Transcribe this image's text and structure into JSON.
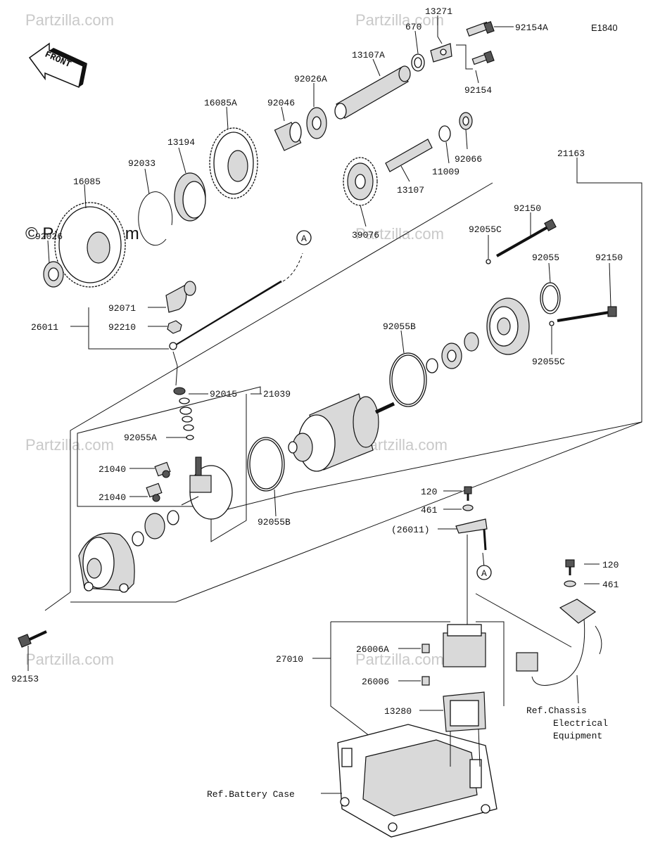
{
  "diagram_code": "E1840",
  "front_label": "FRONT",
  "watermark": "Partzilla.com",
  "watermark_dark": "© Partzilla.com",
  "circle_ref": "A",
  "labels": {
    "p13271": "13271",
    "p670": "670",
    "p92154A": "92154A",
    "p13107A": "13107A",
    "p92154": "92154",
    "p92026A": "92026A",
    "p16085A": "16085A",
    "p92046": "92046",
    "p13194": "13194",
    "p92033": "92033",
    "p16085": "16085",
    "p92026": "92026",
    "p92066": "92066",
    "p11009": "11009",
    "p13107": "13107",
    "p39076": "39076",
    "p21163": "21163",
    "p92150a": "92150",
    "p92055C_a": "92055C",
    "p92055": "92055",
    "p92150b": "92150",
    "p92071": "92071",
    "p26011": "26011",
    "p92210": "92210",
    "p92055B_a": "92055B",
    "p92055C_b": "92055C",
    "p92015": "92015",
    "p21039": "21039",
    "p92055A": "92055A",
    "p21040a": "21040",
    "p21040b": "21040",
    "p92055B_b": "92055B",
    "p120a": "120",
    "p461a": "461",
    "p26011b": "(26011)",
    "p120b": "120",
    "p461b": "461",
    "p92153": "92153",
    "p27010": "27010",
    "p26006A": "26006A",
    "p26006": "26006",
    "p13280": "13280",
    "ref_chassis_1": "Ref.Chassis",
    "ref_chassis_2": "Electrical",
    "ref_chassis_3": "Equipment",
    "ref_battery": "Ref.Battery Case"
  }
}
